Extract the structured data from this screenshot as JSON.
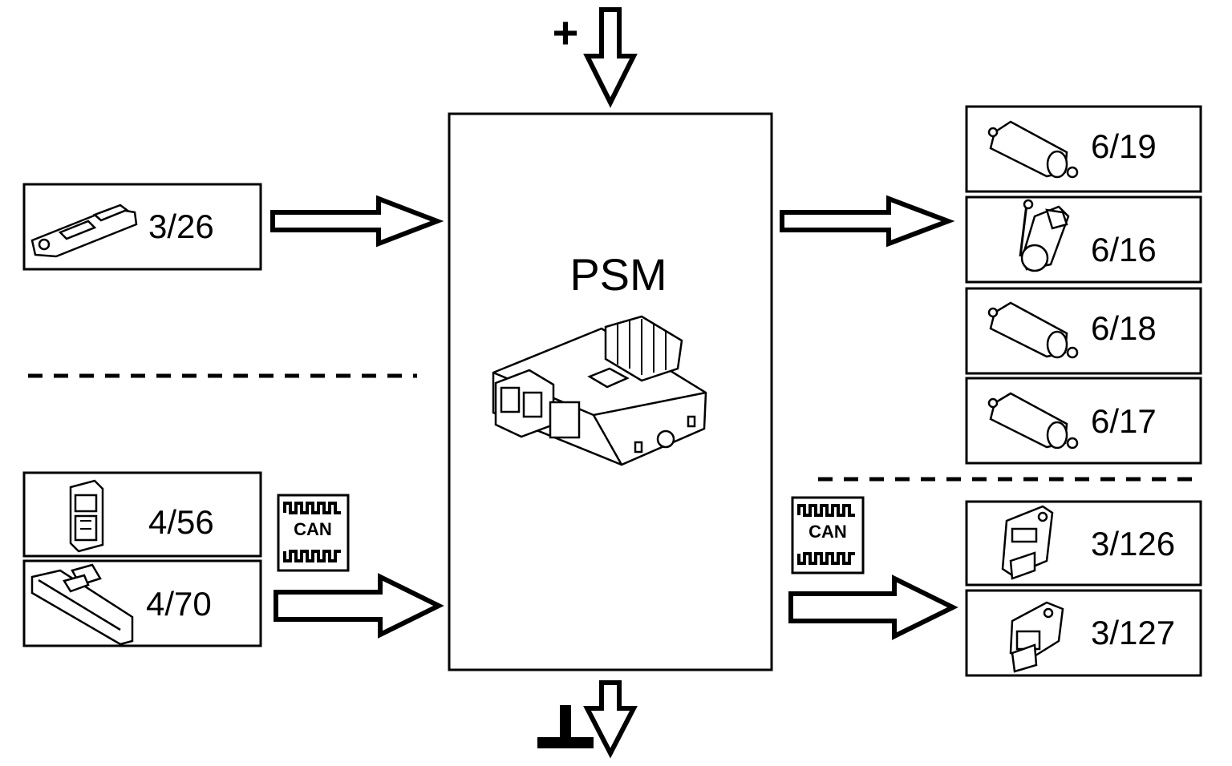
{
  "module": {
    "title": "PSM"
  },
  "power": {
    "positive_symbol": "+",
    "ground_symbol": "⊥"
  },
  "inputs": [
    {
      "label": "3/26",
      "icon": "switch-panel-icon"
    },
    {
      "label": "4/56",
      "icon": "control-unit-icon"
    },
    {
      "label": "4/70",
      "icon": "mirror-control-icon"
    }
  ],
  "outputs": [
    {
      "label": "6/19",
      "icon": "motor-icon"
    },
    {
      "label": "6/16",
      "icon": "motor-linkage-icon"
    },
    {
      "label": "6/18",
      "icon": "motor-icon"
    },
    {
      "label": "6/17",
      "icon": "motor-icon"
    },
    {
      "label": "3/126",
      "icon": "connector-module-icon"
    },
    {
      "label": "3/127",
      "icon": "connector-module-icon"
    }
  ],
  "can_bus": {
    "label": "CAN"
  }
}
